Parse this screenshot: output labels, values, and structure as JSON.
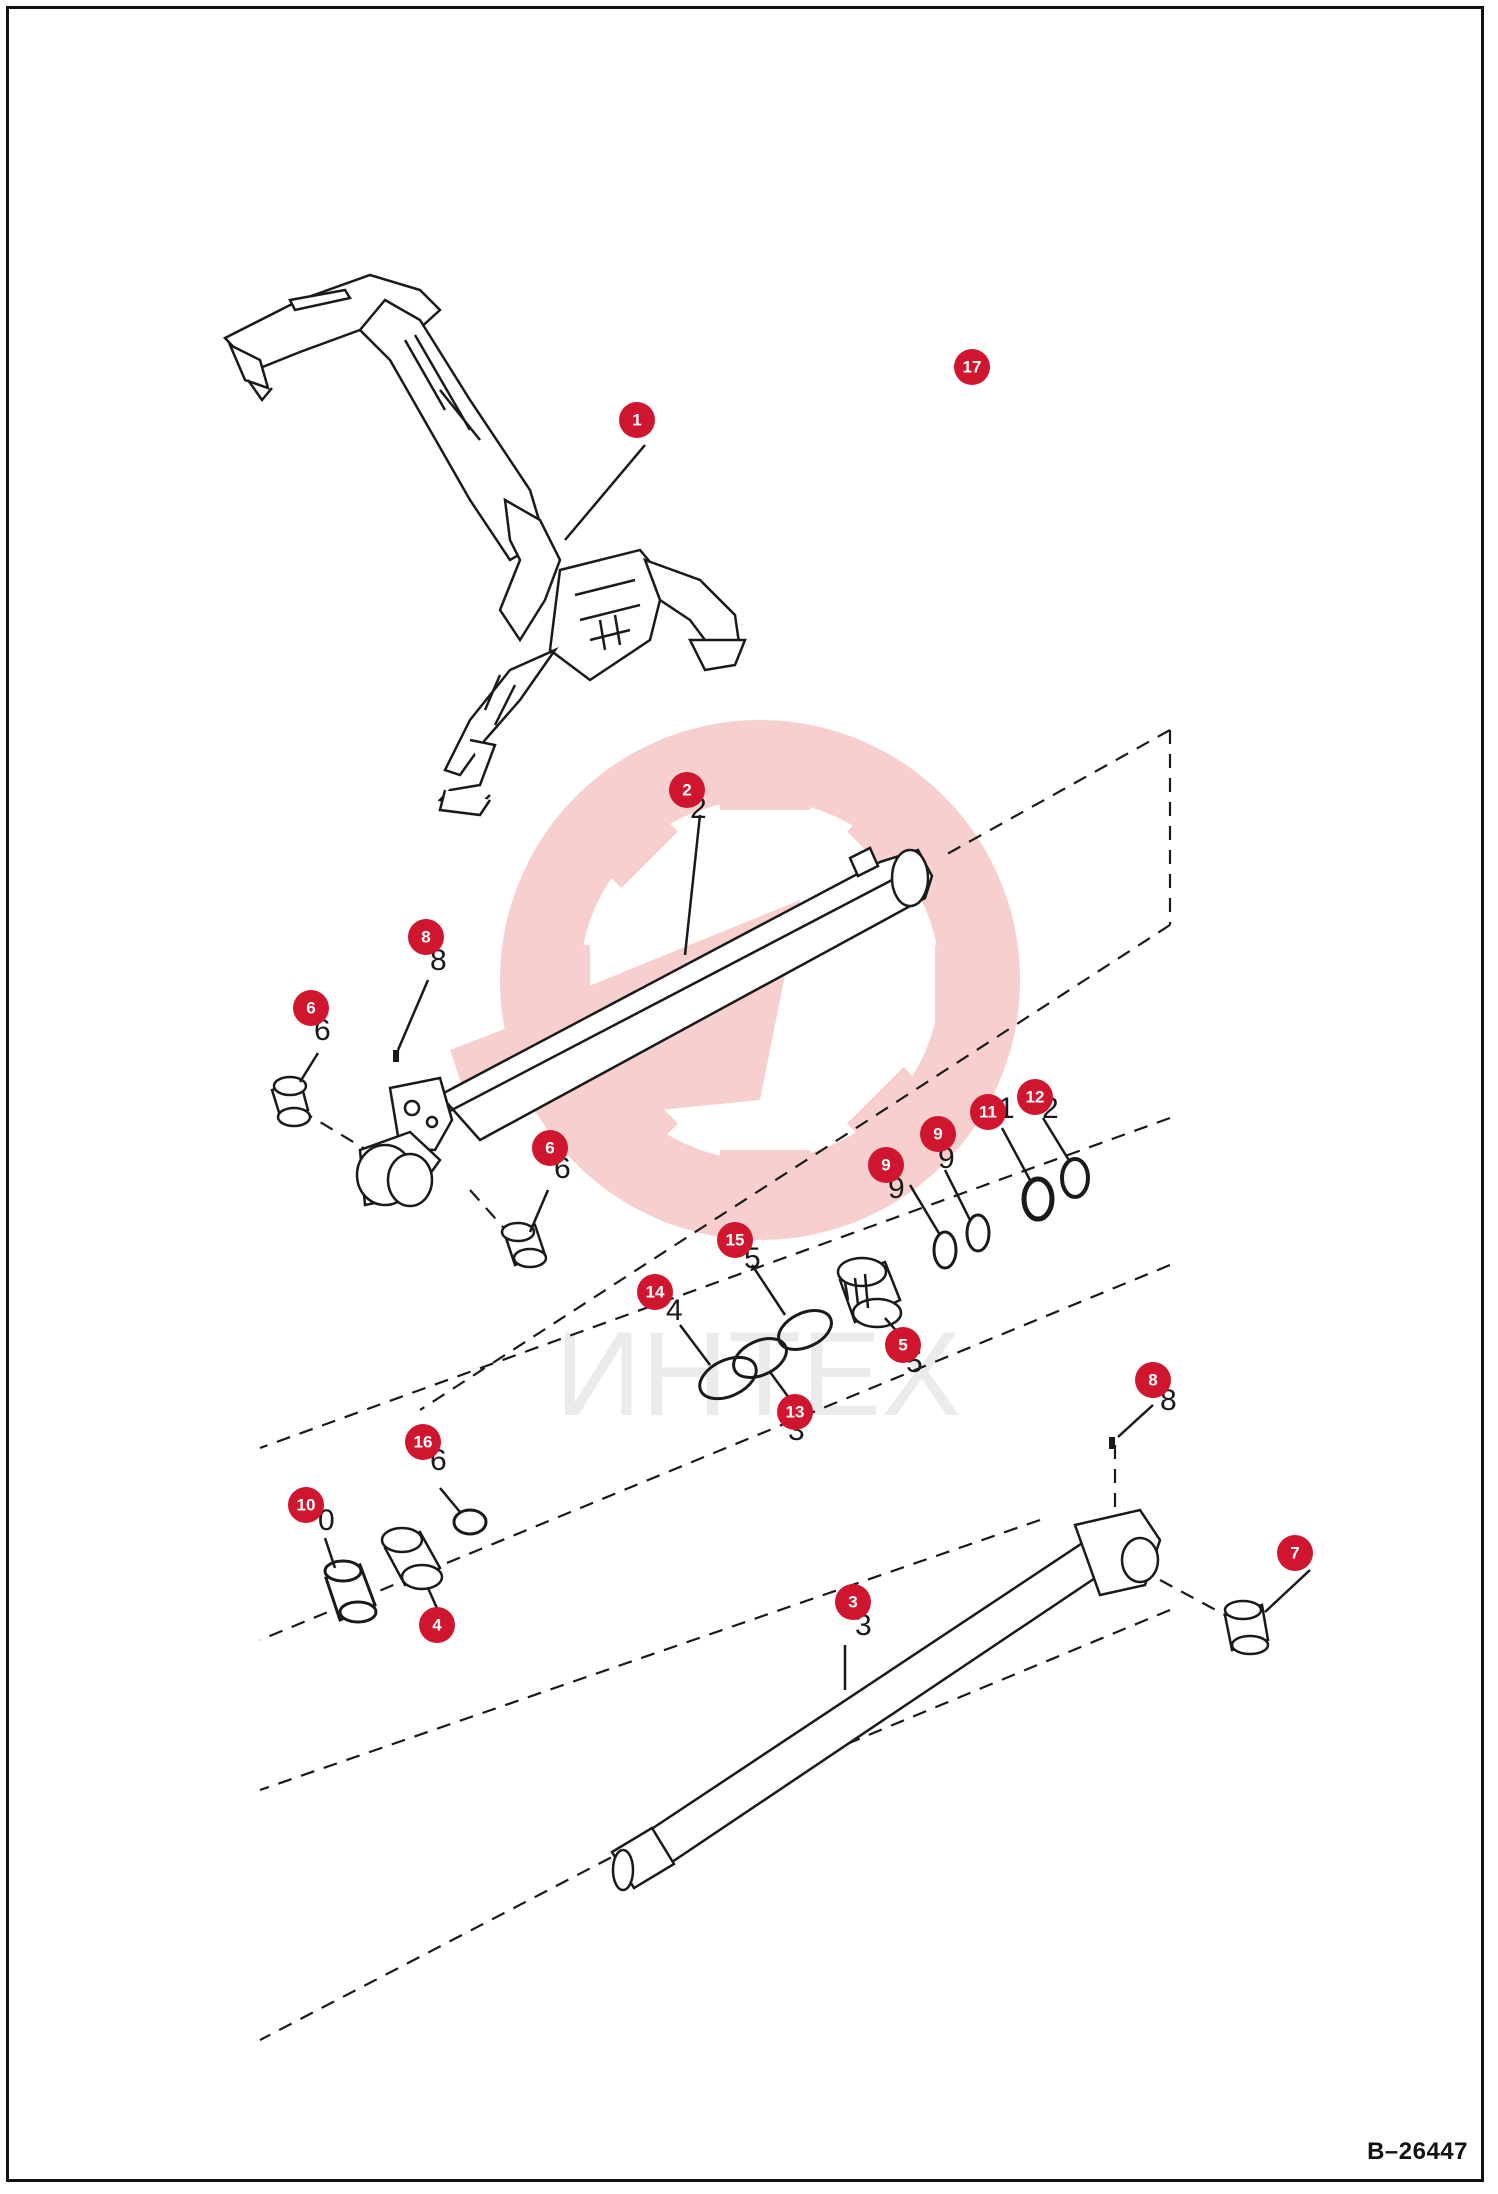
{
  "drawing_number": "B–26447",
  "watermark_text": "ИНТЕХ",
  "colors": {
    "callout": "#d0152e",
    "callout_text": "#ffffff",
    "line": "#1a1a1a",
    "watermark": "#f3a3a3"
  },
  "callouts": [
    {
      "id": "callout-17",
      "label": "17"
    },
    {
      "id": "callout-1",
      "label": "1"
    },
    {
      "id": "callout-2",
      "label": "2"
    },
    {
      "id": "callout-8a",
      "label": "8"
    },
    {
      "id": "callout-6a",
      "label": "6"
    },
    {
      "id": "callout-6b",
      "label": "6"
    },
    {
      "id": "callout-9a",
      "label": "9"
    },
    {
      "id": "callout-9b",
      "label": "9"
    },
    {
      "id": "callout-11",
      "label": "11"
    },
    {
      "id": "callout-12",
      "label": "12"
    },
    {
      "id": "callout-15",
      "label": "15"
    },
    {
      "id": "callout-14",
      "label": "14"
    },
    {
      "id": "callout-5",
      "label": "5"
    },
    {
      "id": "callout-13",
      "label": "13"
    },
    {
      "id": "callout-8b",
      "label": "8"
    },
    {
      "id": "callout-16",
      "label": "16"
    },
    {
      "id": "callout-10",
      "label": "10"
    },
    {
      "id": "callout-4",
      "label": "4"
    },
    {
      "id": "callout-7",
      "label": "7"
    },
    {
      "id": "callout-3",
      "label": "3"
    }
  ]
}
